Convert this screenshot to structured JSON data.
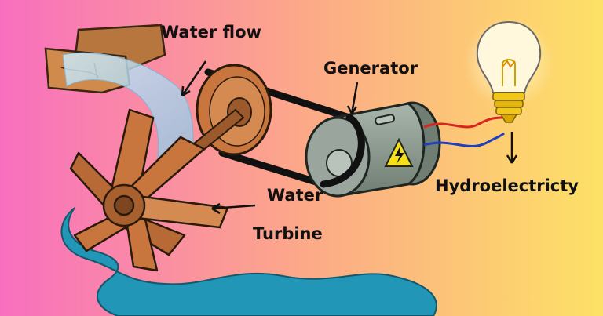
{
  "labels": {
    "water_flow": "Water flow",
    "generator": "Generator",
    "water": "Water",
    "turbine": "Turbine",
    "hydroelectricity": "Hydroelectricty"
  },
  "colors": {
    "background_left": "#f86fbf",
    "background_mid": "#fca889",
    "background_right": "#fde166",
    "water_pool": "#2196b6",
    "wood": "#c8753e",
    "wood_dark": "#9c5a2c",
    "generator_body": "#8f9e93",
    "warning_triangle": "#f5e01b",
    "wire_red": "#d7261e",
    "wire_blue": "#1f3fbf",
    "bulb_glow": "#fff6cc",
    "bulb_base": "#f2c71a"
  },
  "icons": {
    "warning": "high-voltage-warning-icon",
    "bulb": "light-bulb-icon"
  }
}
